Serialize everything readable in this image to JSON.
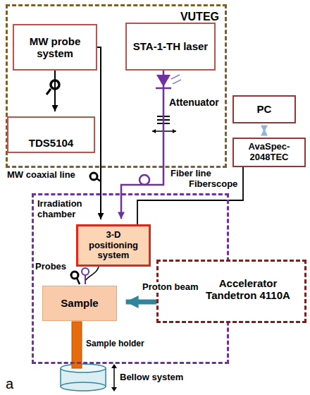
{
  "diagram": {
    "nodes": [
      {
        "text": [
          "VUTEG"
        ]
      },
      {
        "text": [
          "MW probe system"
        ],
        "in": 0
      },
      {
        "text": [
          "STA-1-TH laser"
        ],
        "in": 0
      },
      {
        "text": [
          "TDS5104"
        ],
        "in": 0
      },
      {
        "text": [
          "PC"
        ]
      },
      {
        "text": [
          "AvaSpec-2048TEC"
        ]
      },
      {
        "text": [
          "Irradiation chamber"
        ]
      },
      {
        "text": [
          "3-D positioning system"
        ],
        "in": 6
      },
      {
        "text": [
          "Sample"
        ],
        "in": 6
      },
      {
        "text": [
          "Accelerator Tandetron 4110A"
        ]
      }
    ],
    "edges": [
      {
        "from": 1,
        "to": 3,
        "arrow": "to"
      },
      {
        "from": 1,
        "to": 7,
        "arrow": "to"
      },
      {
        "from": 2,
        "to": 7,
        "arrow": "to"
      },
      {
        "from": 4,
        "to": 5,
        "arrow": "both"
      },
      {
        "from": 5,
        "to": 7,
        "arrow": "none"
      },
      {
        "from": 9,
        "to": 8,
        "label": "Proton beam",
        "arrow": "to"
      }
    ],
    "labels": [
      "MW coaxial line",
      "Fiber line",
      "Fiberscope",
      "Attenuator",
      "Probes",
      "Sample holder",
      "Bellow system",
      "a"
    ]
  }
}
